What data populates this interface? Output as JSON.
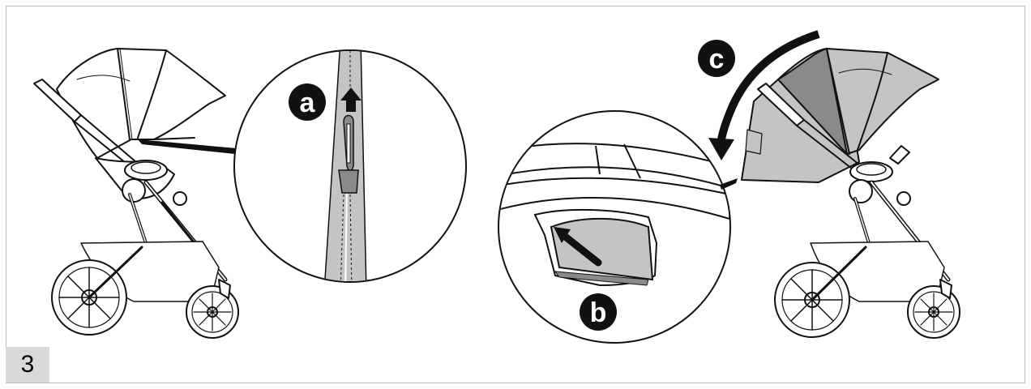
{
  "step_number": "3",
  "callouts": {
    "a": "a",
    "b": "b",
    "c": "c"
  },
  "colors": {
    "line": "#111111",
    "fabric_light": "#c4c4c4",
    "fabric_dark": "#8a8a8a",
    "step_box": "#d9d9d9",
    "frame": "#bdbdbd"
  }
}
